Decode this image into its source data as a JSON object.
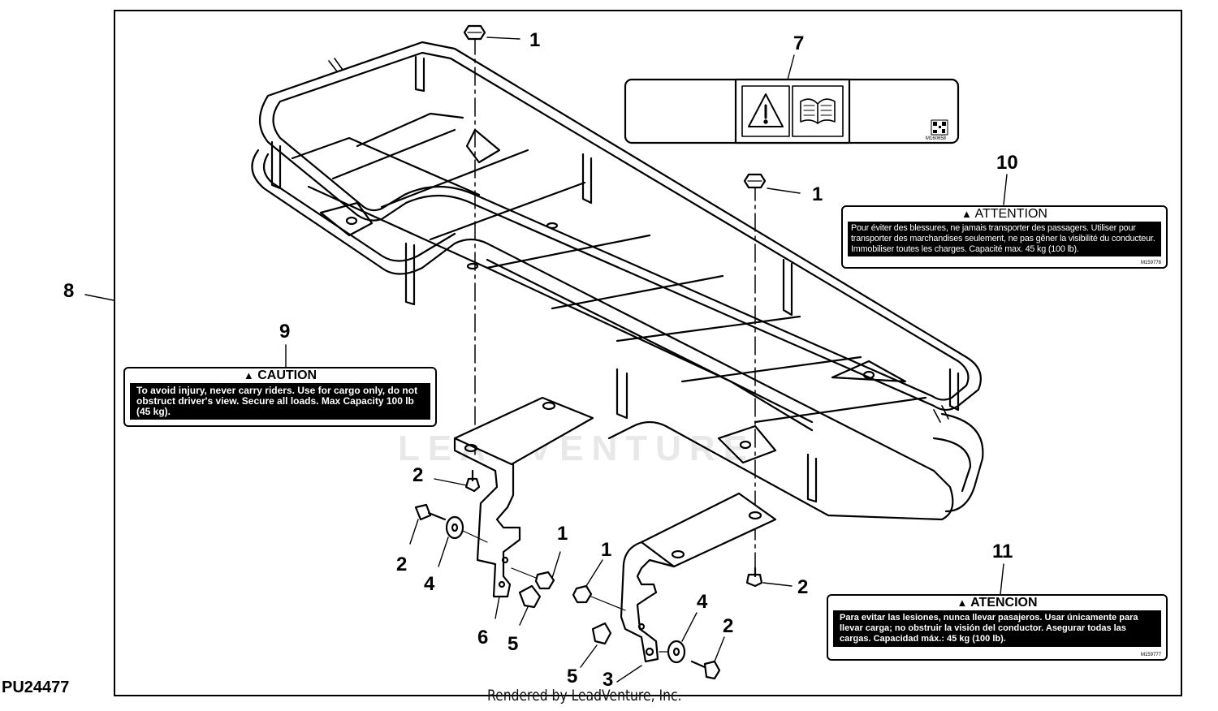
{
  "diagram_id": "PU24477",
  "footer": "Rendered by LeadVenture, Inc.",
  "watermark": "LEADVENTURE",
  "callouts": {
    "c1a": "1",
    "c1b": "1",
    "c1c": "1",
    "c1d": "1",
    "c2a": "2",
    "c2b": "2",
    "c2c": "2",
    "c2d": "2",
    "c3": "3",
    "c4a": "4",
    "c4b": "4",
    "c5a": "5",
    "c5b": "5",
    "c6": "6",
    "c7": "7",
    "c8": "8",
    "c9": "9",
    "c10": "10",
    "c11": "11"
  },
  "label7": {
    "part_no": "M160658"
  },
  "label9": {
    "heading": "CAUTION",
    "body": "To avoid injury, never carry riders. Use for cargo only, do not obstruct driver's view. Secure all loads. Max Capacity 100 lb (45 kg)."
  },
  "label10": {
    "heading": "ATTENTION",
    "body": "Pour éviter des blessures, ne jamais transporter des passagers.  Utiliser pour transporter des marchandises seulement, ne pas gêner la visibilité du conducteur. Immobiliser toutes les charges. Capacité max. 45 kg (100 lb).",
    "part_no": "M159778"
  },
  "label11": {
    "heading": "ATENCION",
    "body": "Para evitar las lesiones, nunca llevar pasajeros. Usar únicamente para llevar carga; no obstruir la visión del conductor. Asegurar todas las cargas. Capacidad máx.: 45 kg (100 lb).",
    "part_no": "M159777"
  },
  "icons": [
    "warning-triangle-icon",
    "operator-manual-icon",
    "qr-code-icon"
  ]
}
